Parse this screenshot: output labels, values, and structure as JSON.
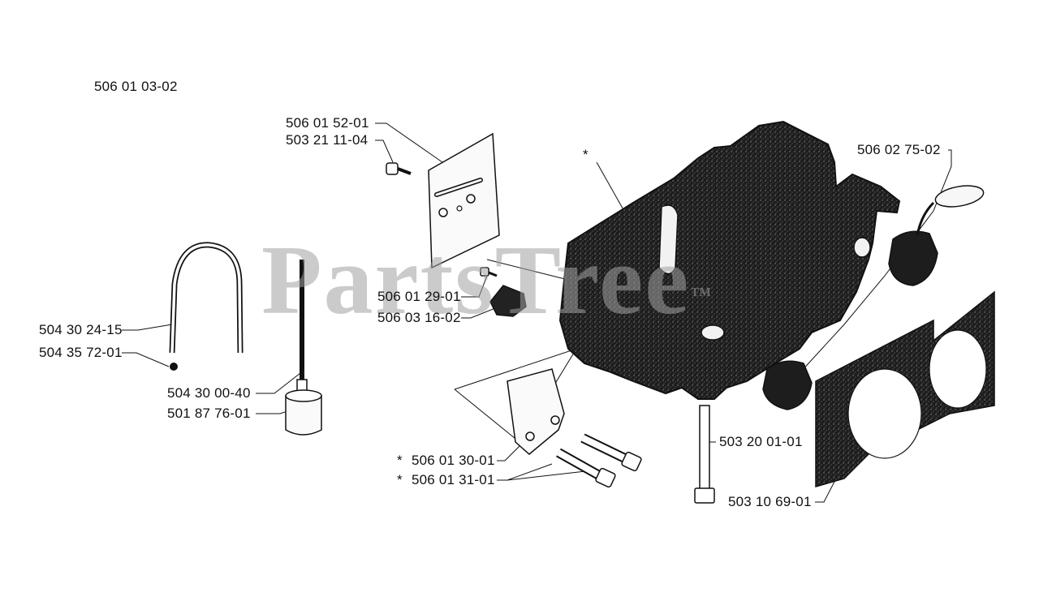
{
  "diagram": {
    "assembly_number": "506 01 03-02",
    "watermark": "PartsTree",
    "watermark_mark": "™",
    "asterisk": "*",
    "labels": {
      "p1": "506 01 52-01",
      "p2": "503 21 11-04",
      "p3": "506 02 75-02",
      "p4": "506 01 29-01",
      "p5": "506 03 16-02",
      "p6": "504 30 24-15",
      "p7": "504 35 72-01",
      "p8": "504 30 00-40",
      "p9": "501 87 76-01",
      "p10": "506 01 30-01",
      "p11": "506 01 31-01",
      "p12": "503 20 01-01",
      "p13": "503 10 69-01"
    }
  }
}
